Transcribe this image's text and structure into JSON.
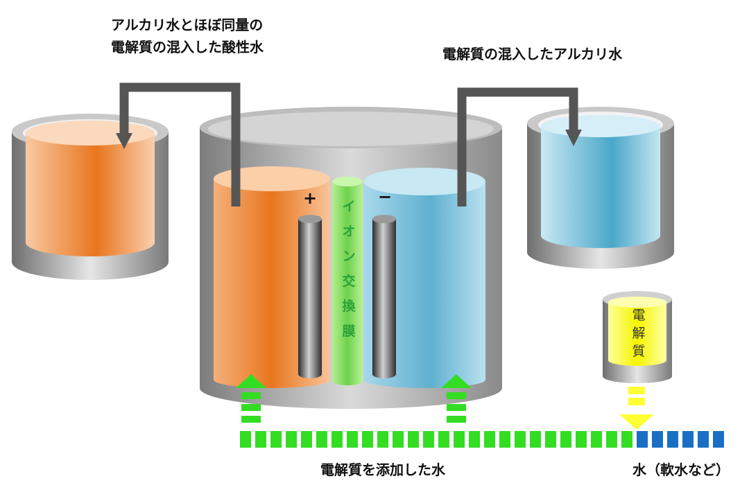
{
  "labels": {
    "acid_title": "アルカリ水とほぼ同量の\n電解質の混入した酸性水",
    "alkali_title": "電解質の混入したアルカリ水",
    "electrolyte_water": "電解質を添加した水",
    "water_source": "水（軟水など）",
    "membrane": "イ\nオ\nン\n交\n換\n膜",
    "electrolyte_tank": "電\n解\n質",
    "plus": "+",
    "minus": "−"
  },
  "colors": {
    "acid_water": "#e8761e",
    "alkali_water": "#6bb8d4",
    "membrane": "#7ed957",
    "electrolyte": "#ffff33",
    "electrolyte_flow": "#33dd22",
    "water_flow": "#1a6fc4",
    "pipe": "#555555",
    "vessel": "#9a9a9a"
  }
}
